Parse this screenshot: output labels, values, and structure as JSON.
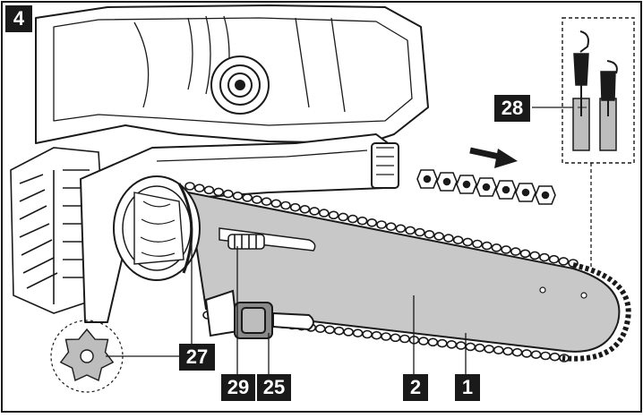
{
  "figure": {
    "number": "4",
    "colors": {
      "line": "#1a1a1a",
      "bar_fill": "#c8c8c8",
      "body_fill": "#ffffff",
      "part_grey": "#bdbdbd",
      "badge_bg": "#1a1a1a",
      "badge_text": "#ffffff"
    }
  },
  "callouts": [
    {
      "id": "callout-1",
      "label": "1"
    },
    {
      "id": "callout-2",
      "label": "2"
    },
    {
      "id": "callout-25",
      "label": "25"
    },
    {
      "id": "callout-27",
      "label": "27"
    },
    {
      "id": "callout-28",
      "label": "28"
    },
    {
      "id": "callout-29",
      "label": "29"
    }
  ],
  "icons": {
    "direction_arrow": "arrow-right-icon",
    "sprocket": "sprocket-icon"
  }
}
